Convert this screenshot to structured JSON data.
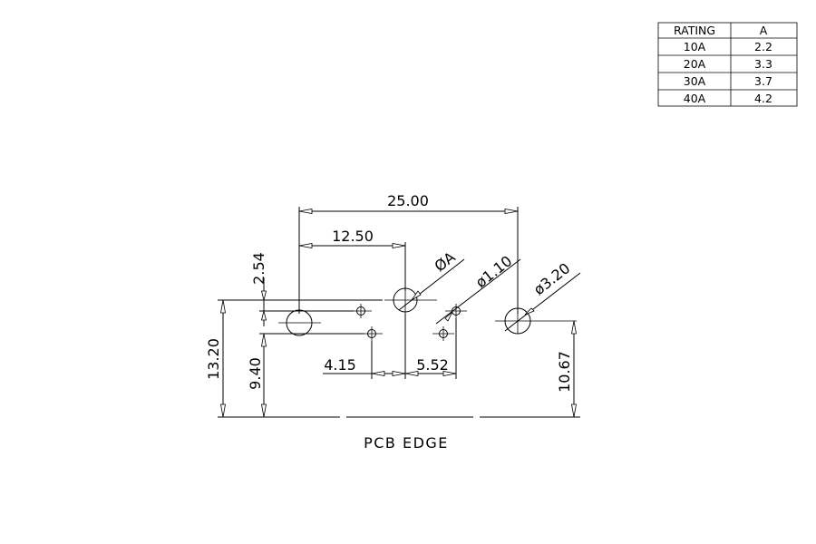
{
  "rating_table": {
    "headers": [
      "RATING",
      "A"
    ],
    "rows": [
      [
        "10A",
        "2.2"
      ],
      [
        "20A",
        "3.3"
      ],
      [
        "30A",
        "3.7"
      ],
      [
        "40A",
        "4.2"
      ]
    ]
  },
  "dimensions": {
    "overall_width": "25.00",
    "half_width": "12.50",
    "top_offset": "2.54",
    "total_height": "13.20",
    "lower_height": "9.40",
    "right_height": "10.67",
    "pin_spacing_left": "4.15",
    "pin_spacing_right": "5.52",
    "dia_a": "ØA",
    "dia_small": "ø1.10",
    "dia_large": "ø3.20"
  },
  "caption": "PCB  EDGE"
}
